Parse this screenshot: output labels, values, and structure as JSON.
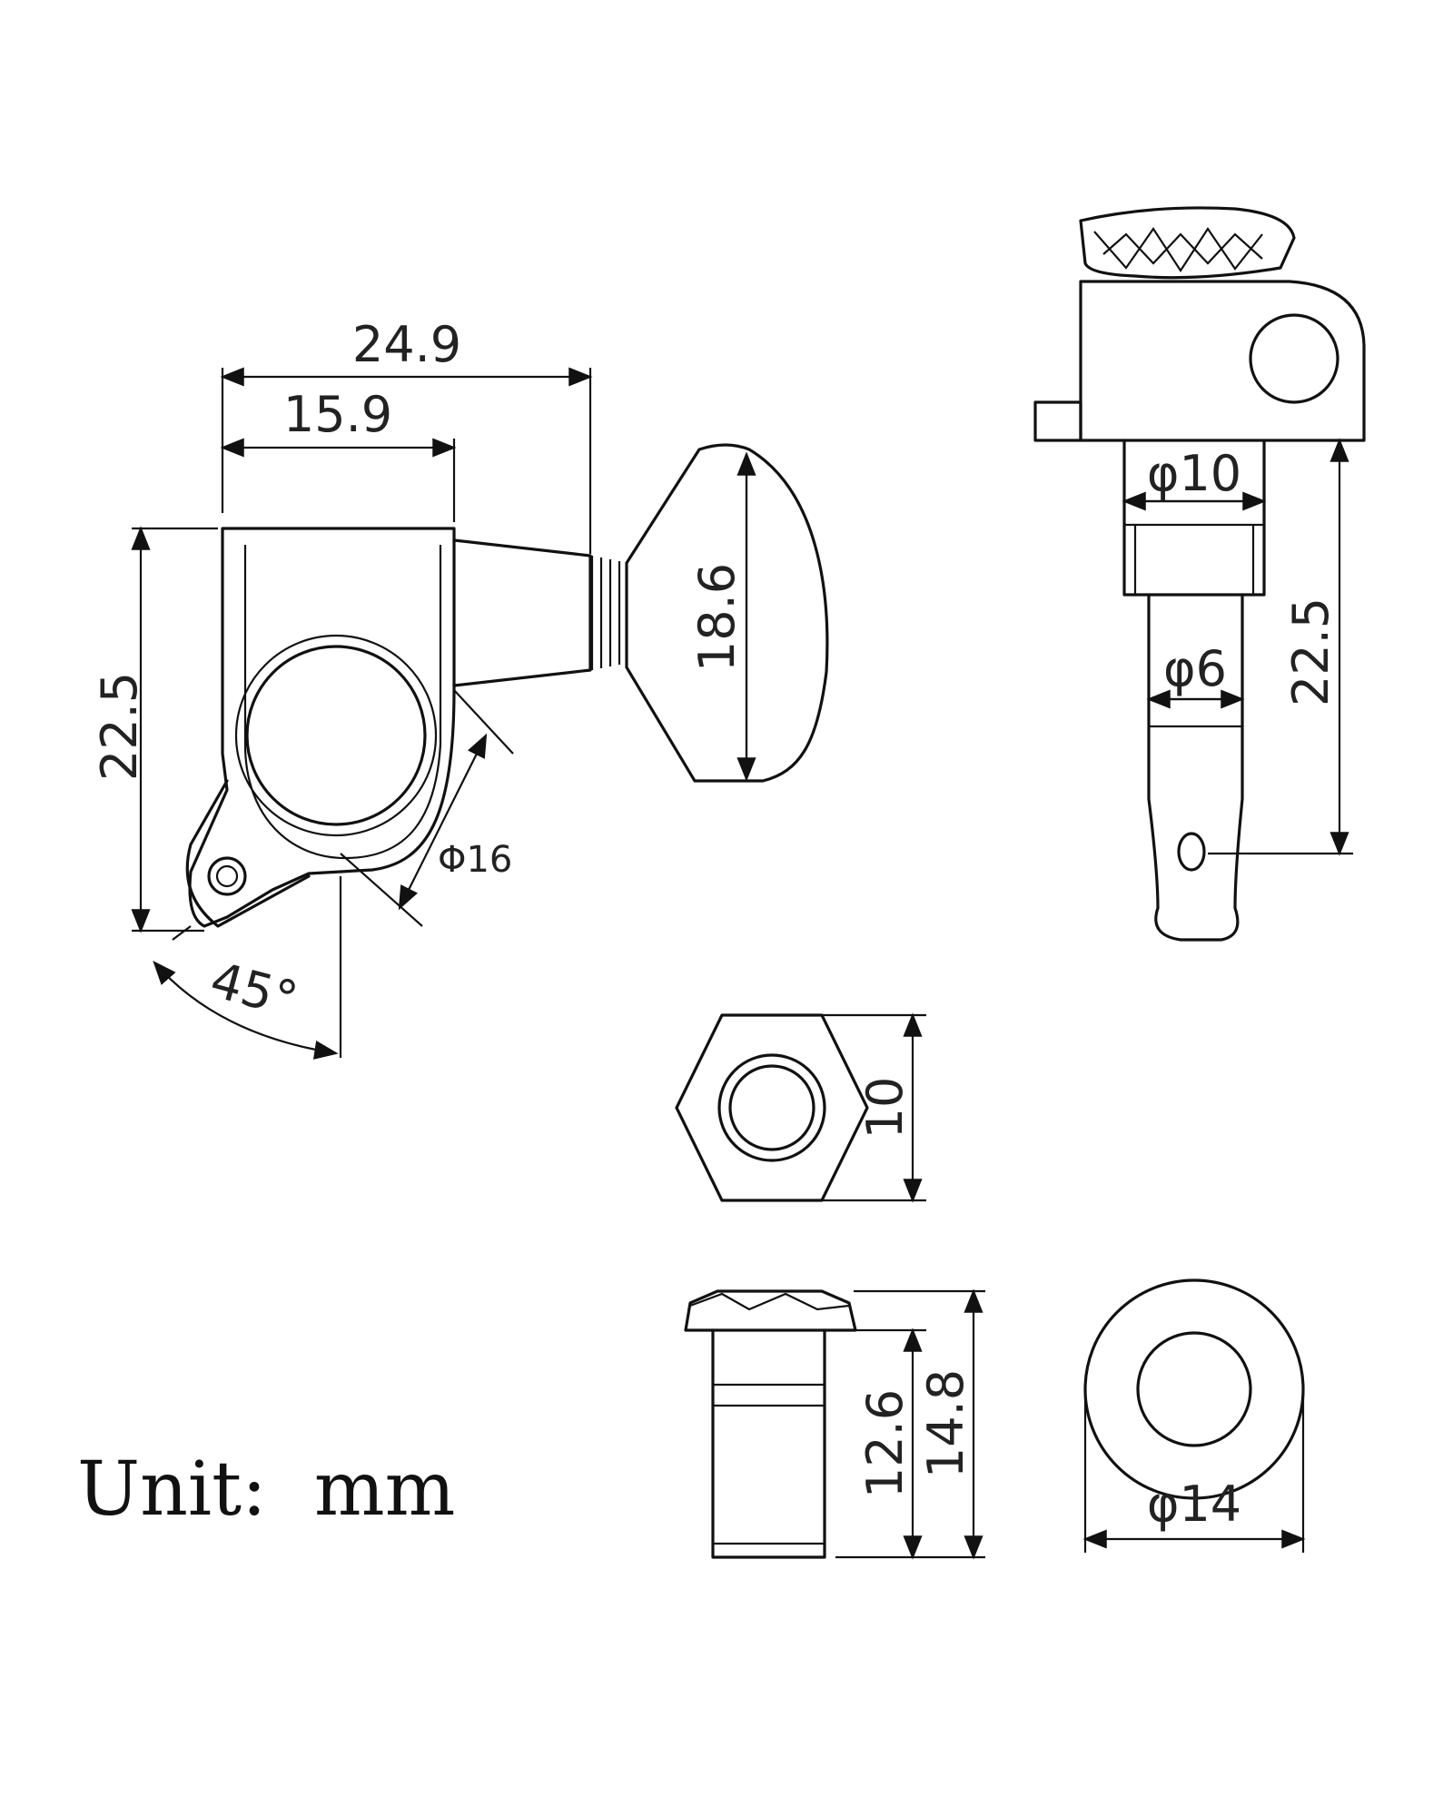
{
  "dimensions": {
    "overall_width": "24.9",
    "housing_width": "15.9",
    "housing_height": "22.5",
    "knob_height": "18.6",
    "gear_diameter": "Φ16",
    "angle": "45°",
    "bushing_diameter": "φ10",
    "post_diameter": "φ6",
    "post_height": "22.5",
    "nut_size": "10",
    "ferrule_inner_height": "12.6",
    "ferrule_total_height": "14.8",
    "washer_diameter": "φ14"
  },
  "unit_label": "Unit:  mm"
}
